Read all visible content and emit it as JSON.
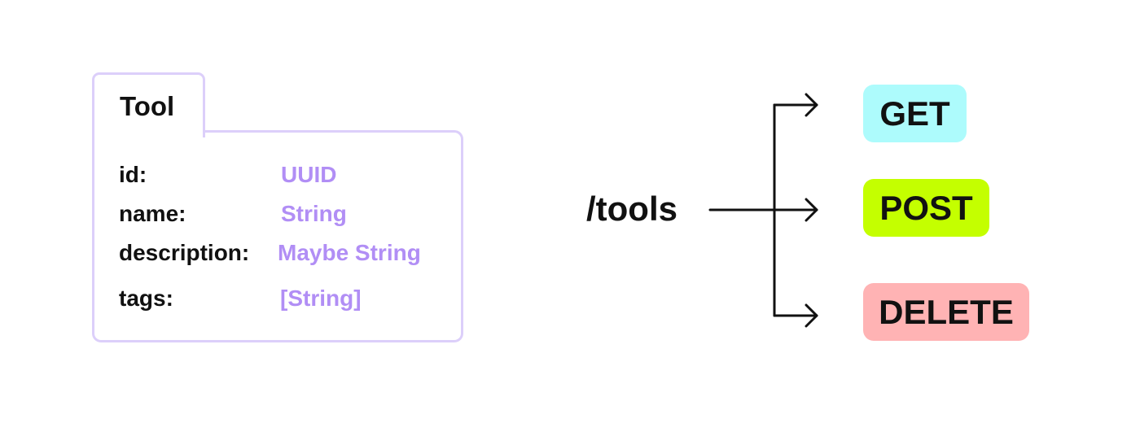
{
  "model": {
    "title": "Tool",
    "fields": [
      {
        "name": "id:",
        "type": "UUID"
      },
      {
        "name": "name:",
        "type": "String"
      },
      {
        "name": "description:",
        "type": "Maybe String"
      },
      {
        "name": "tags:",
        "type": "[String]"
      }
    ]
  },
  "route": {
    "path": "/tools",
    "methods": [
      {
        "label": "GET",
        "color": "#adfbfc"
      },
      {
        "label": "POST",
        "color": "#c4ff00"
      },
      {
        "label": "DELETE",
        "color": "#ffb3b4"
      }
    ]
  },
  "colors": {
    "card_border": "#dccffa",
    "field_type": "#b18ef5",
    "text": "#111111"
  }
}
